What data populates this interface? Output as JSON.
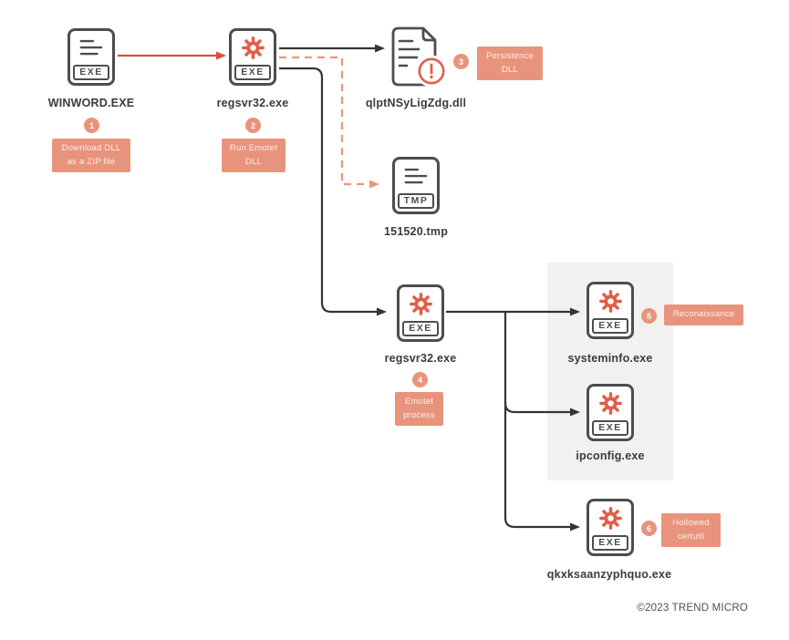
{
  "nodes": {
    "winword": {
      "label": "WINWORD.EXE",
      "tag": "EXE"
    },
    "regsvr32_first": {
      "label": "regsvr32.exe",
      "tag": "EXE"
    },
    "persistence_dll": {
      "label": "qlptNSyLigZdg.dll"
    },
    "tmp_file": {
      "label": "151520.tmp",
      "tag": "TMP"
    },
    "regsvr32_second": {
      "label": "regsvr32.exe",
      "tag": "EXE"
    },
    "systeminfo": {
      "label": "systeminfo.exe",
      "tag": "EXE"
    },
    "ipconfig": {
      "label": "ipconfig.exe",
      "tag": "EXE"
    },
    "certutil": {
      "label": "qkxksaanzyphquo.exe",
      "tag": "EXE"
    }
  },
  "steps": {
    "s1": {
      "number": "1",
      "line1": "Download DLL",
      "line2": "as a ZIP file"
    },
    "s2": {
      "number": "2",
      "line1": "Run Emotet",
      "line2": "DLL"
    },
    "s3": {
      "number": "3",
      "line1": "Persistence",
      "line2": "DLL"
    },
    "s4": {
      "number": "4",
      "line1": "Emotet",
      "line2": "process"
    },
    "s5": {
      "number": "5",
      "line1": "Reconaissance",
      "line2": ""
    },
    "s6": {
      "number": "6",
      "line1": "Hollowed",
      "line2": "certutil"
    }
  },
  "footer": {
    "copyright": "©2023 TREND MICRO"
  },
  "colors": {
    "accent_salmon": "#E8947C",
    "icon_red": "#DF5F48",
    "arrow_red": "#D6503B",
    "line_dark": "#343434",
    "dashed_salmon": "#E9967F",
    "panel_gray": "#F1F1EF"
  },
  "icons": {
    "gear": "gear-icon",
    "document_lines": "document-lines-icon",
    "alert": "alert-circle-icon"
  }
}
